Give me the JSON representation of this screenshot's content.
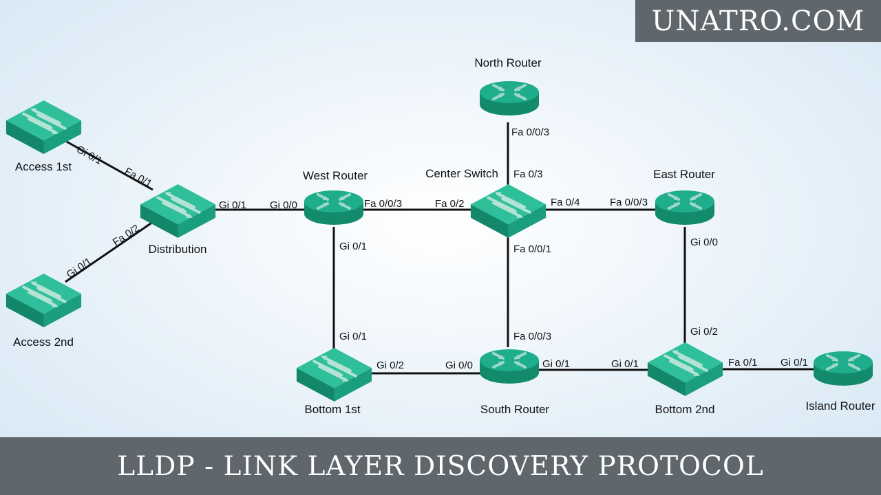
{
  "brand": "UNATRO.COM",
  "title": "LLDP - LINK LAYER DISCOVERY PROTOCOL",
  "colors": {
    "device": "#1da98a",
    "device_dark": "#128467",
    "device_top": "#3bc9a6",
    "link": "#111111",
    "banner": "#5f666c",
    "background_center": "#ffffff",
    "background_edge": "#d4e6f4"
  },
  "devices": {
    "access1": {
      "label": "Access 1st",
      "kind": "switch",
      "icon": "switch-icon"
    },
    "access2": {
      "label": "Access 2nd",
      "kind": "switch",
      "icon": "switch-icon"
    },
    "distribution": {
      "label": "Distribution",
      "kind": "switch",
      "icon": "switch-icon"
    },
    "west": {
      "label": "West Router",
      "kind": "router",
      "icon": "router-icon"
    },
    "center": {
      "label": "Center Switch",
      "kind": "switch",
      "icon": "switch-icon"
    },
    "north": {
      "label": "North Router",
      "kind": "router",
      "icon": "router-icon"
    },
    "east": {
      "label": "East Router",
      "kind": "router",
      "icon": "router-icon"
    },
    "bottom1": {
      "label": "Bottom 1st",
      "kind": "switch",
      "icon": "switch-icon"
    },
    "south": {
      "label": "South Router",
      "kind": "router",
      "icon": "router-icon"
    },
    "bottom2": {
      "label": "Bottom 2nd",
      "kind": "switch",
      "icon": "switch-icon"
    },
    "island": {
      "label": "Island Router",
      "kind": "router",
      "icon": "router-icon"
    }
  },
  "links": [
    {
      "from": "access1",
      "to": "distribution",
      "from_port": "Gi 0/1",
      "to_port": "Fa 0/1"
    },
    {
      "from": "access2",
      "to": "distribution",
      "from_port": "Gi 0/1",
      "to_port": "Fa 0/2"
    },
    {
      "from": "distribution",
      "to": "west",
      "from_port": "Gi 0/1",
      "to_port": "Gi 0/0"
    },
    {
      "from": "west",
      "to": "center",
      "from_port": "Fa 0/0/3",
      "to_port": "Fa 0/2"
    },
    {
      "from": "north",
      "to": "center",
      "from_port": "Fa 0/0/3",
      "to_port": "Fa 0/3"
    },
    {
      "from": "center",
      "to": "east",
      "from_port": "Fa 0/4",
      "to_port": "Fa 0/0/3"
    },
    {
      "from": "west",
      "to": "bottom1",
      "from_port": "Gi 0/1",
      "to_port": "Gi 0/1"
    },
    {
      "from": "center",
      "to": "south",
      "from_port": "Fa 0/0/1",
      "to_port": "Fa 0/0/3"
    },
    {
      "from": "east",
      "to": "bottom2",
      "from_port": "Gi 0/0",
      "to_port": "Gi 0/2"
    },
    {
      "from": "bottom1",
      "to": "south",
      "from_port": "Gi 0/2",
      "to_port": "Gi 0/0"
    },
    {
      "from": "south",
      "to": "bottom2",
      "from_port": "Gi 0/1",
      "to_port": "Gi 0/1"
    },
    {
      "from": "bottom2",
      "to": "island",
      "from_port": "Fa 0/1",
      "to_port": "Gi 0/1"
    }
  ]
}
